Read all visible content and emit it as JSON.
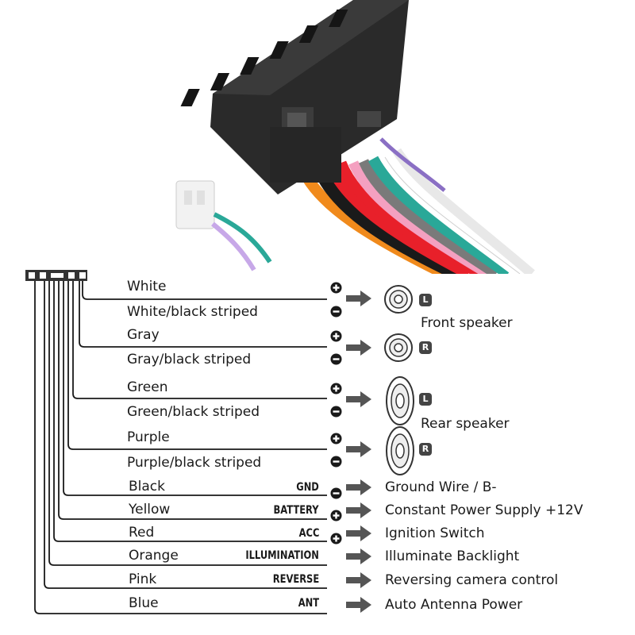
{
  "wires": [
    {
      "color": "White",
      "group": "front-left",
      "polarity": "+"
    },
    {
      "color": "White/black striped",
      "group": "front-left",
      "polarity": "-"
    },
    {
      "color": "Gray",
      "group": "front-right",
      "polarity": "+"
    },
    {
      "color": "Gray/black striped",
      "group": "front-right",
      "polarity": "-"
    },
    {
      "color": "Green",
      "group": "rear-left",
      "polarity": "+"
    },
    {
      "color": "Green/black striped",
      "group": "rear-left",
      "polarity": "-"
    },
    {
      "color": "Purple",
      "group": "rear-right",
      "polarity": "+"
    },
    {
      "color": "Purple/black striped",
      "group": "rear-right",
      "polarity": "-"
    }
  ],
  "speakers": {
    "front_label": "Front speaker",
    "rear_label": "Rear speaker",
    "left_badge": "L",
    "right_badge": "R"
  },
  "functions": [
    {
      "color": "Black",
      "signal": "GND",
      "polarity": "-",
      "description": "Ground Wire / B-"
    },
    {
      "color": "Yellow",
      "signal": "BATTERY",
      "polarity": "+",
      "description": "Constant Power Supply +12V"
    },
    {
      "color": "Red",
      "signal": "ACC",
      "polarity": "+",
      "description": "Ignition Switch"
    },
    {
      "color": "Orange",
      "signal": "ILLUMINATION",
      "polarity": "",
      "description": "Illuminate Backlight"
    },
    {
      "color": "Pink",
      "signal": "REVERSE",
      "polarity": "",
      "description": "Reversing camera control"
    },
    {
      "color": "Blue",
      "signal": "ANT",
      "polarity": "",
      "description": "Auto  Antenna Power"
    }
  ],
  "photo_wire_colors": [
    "#f08a1c",
    "#e8202a",
    "#e8202a",
    "#f4a0c0",
    "#7a7a7a",
    "#2aa898",
    "#1a1a1a",
    "#ffffff",
    "#8a6fc4"
  ]
}
